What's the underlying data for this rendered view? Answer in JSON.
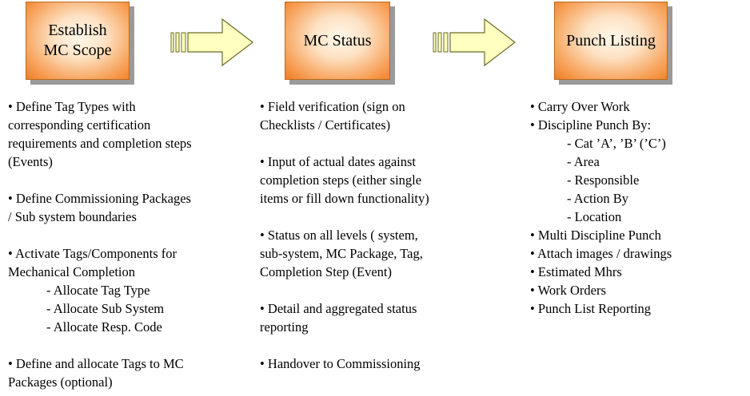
{
  "stages": [
    {
      "label": "Establish\nMC Scope"
    },
    {
      "label": "MC Status"
    },
    {
      "label": "Punch Listing"
    }
  ],
  "columns": [
    {
      "lines": [
        "• Define Tag Types with",
        "corresponding certification",
        "requirements and completion steps",
        "(Events)",
        "",
        "• Define Commissioning Packages",
        "/ Sub system boundaries",
        "",
        "• Activate Tags/Components for",
        "Mechanical Completion",
        "- Allocate Tag Type",
        "- Allocate Sub System",
        "- Allocate Resp. Code",
        "",
        "• Define and allocate Tags to MC",
        "Packages (optional)"
      ]
    },
    {
      "lines": [
        "• Field verification (sign on",
        "Checklists / Certificates)",
        "",
        "• Input of actual dates against",
        "completion steps (either single",
        "items or fill down functionality)",
        "",
        "• Status on all levels ( system,",
        "sub-system, MC Package, Tag,",
        "Completion Step (Event)",
        "",
        "• Detail and aggregated status",
        "reporting",
        "",
        "• Handover to Commissioning"
      ]
    },
    {
      "lines": [
        "• Carry Over Work",
        "• Discipline Punch By:",
        "- Cat ’A’, ’B’ (’C’)",
        "- Area",
        "- Responsible",
        "- Action By",
        "- Location",
        "• Multi Discipline Punch",
        "• Attach images / drawings",
        "• Estimated Mhrs",
        "• Work Orders",
        "• Punch List Reporting"
      ]
    }
  ]
}
